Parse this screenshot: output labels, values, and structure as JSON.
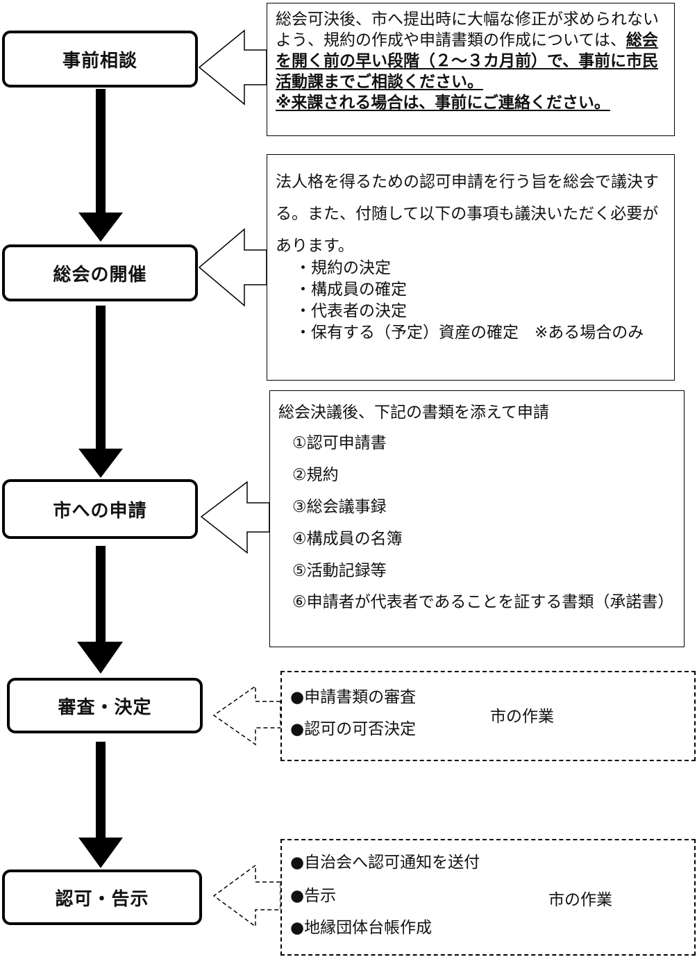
{
  "steps": [
    {
      "label": "事前相談"
    },
    {
      "label": "総会の開催"
    },
    {
      "label": "市への申請"
    },
    {
      "label": "審査・決定"
    },
    {
      "label": "認可・告示"
    }
  ],
  "notes": {
    "consult": {
      "text": "総会可決後、市へ提出時に大幅な修正が求められないよう、規約の作成や申請書類の作成については、",
      "emphasis1": "総会を開く前の早い段階（２～３カ月前）で、事前に市民活動課までご相談ください。",
      "emphasis2": "※来課される場合は、事前にご連絡ください。"
    },
    "meeting": {
      "text": "法人格を得るための認可申請を行う旨を総会で議決する。また、付随して以下の事項も議決いただく必要があります。",
      "items": [
        "・規約の決定",
        "・構成員の確定",
        "・代表者の決定",
        "・保有する（予定）資産の確定　※ある場合のみ"
      ]
    },
    "apply": {
      "intro": "総会決議後、下記の書類を添えて申請",
      "items": [
        "①認可申請書",
        "②規約",
        "③総会議事録",
        "④構成員の名簿",
        "⑤活動記録等",
        "⑥申請者が代表者であることを証する書類（承諾書）"
      ]
    },
    "review": {
      "items": [
        "●申請書類の審査",
        "●認可の可否決定"
      ],
      "label": "市の作業"
    },
    "approve": {
      "items": [
        "●自治会へ認可通知を送付",
        "●告示",
        "●地縁団体台帳作成"
      ],
      "label": "市の作業"
    }
  }
}
